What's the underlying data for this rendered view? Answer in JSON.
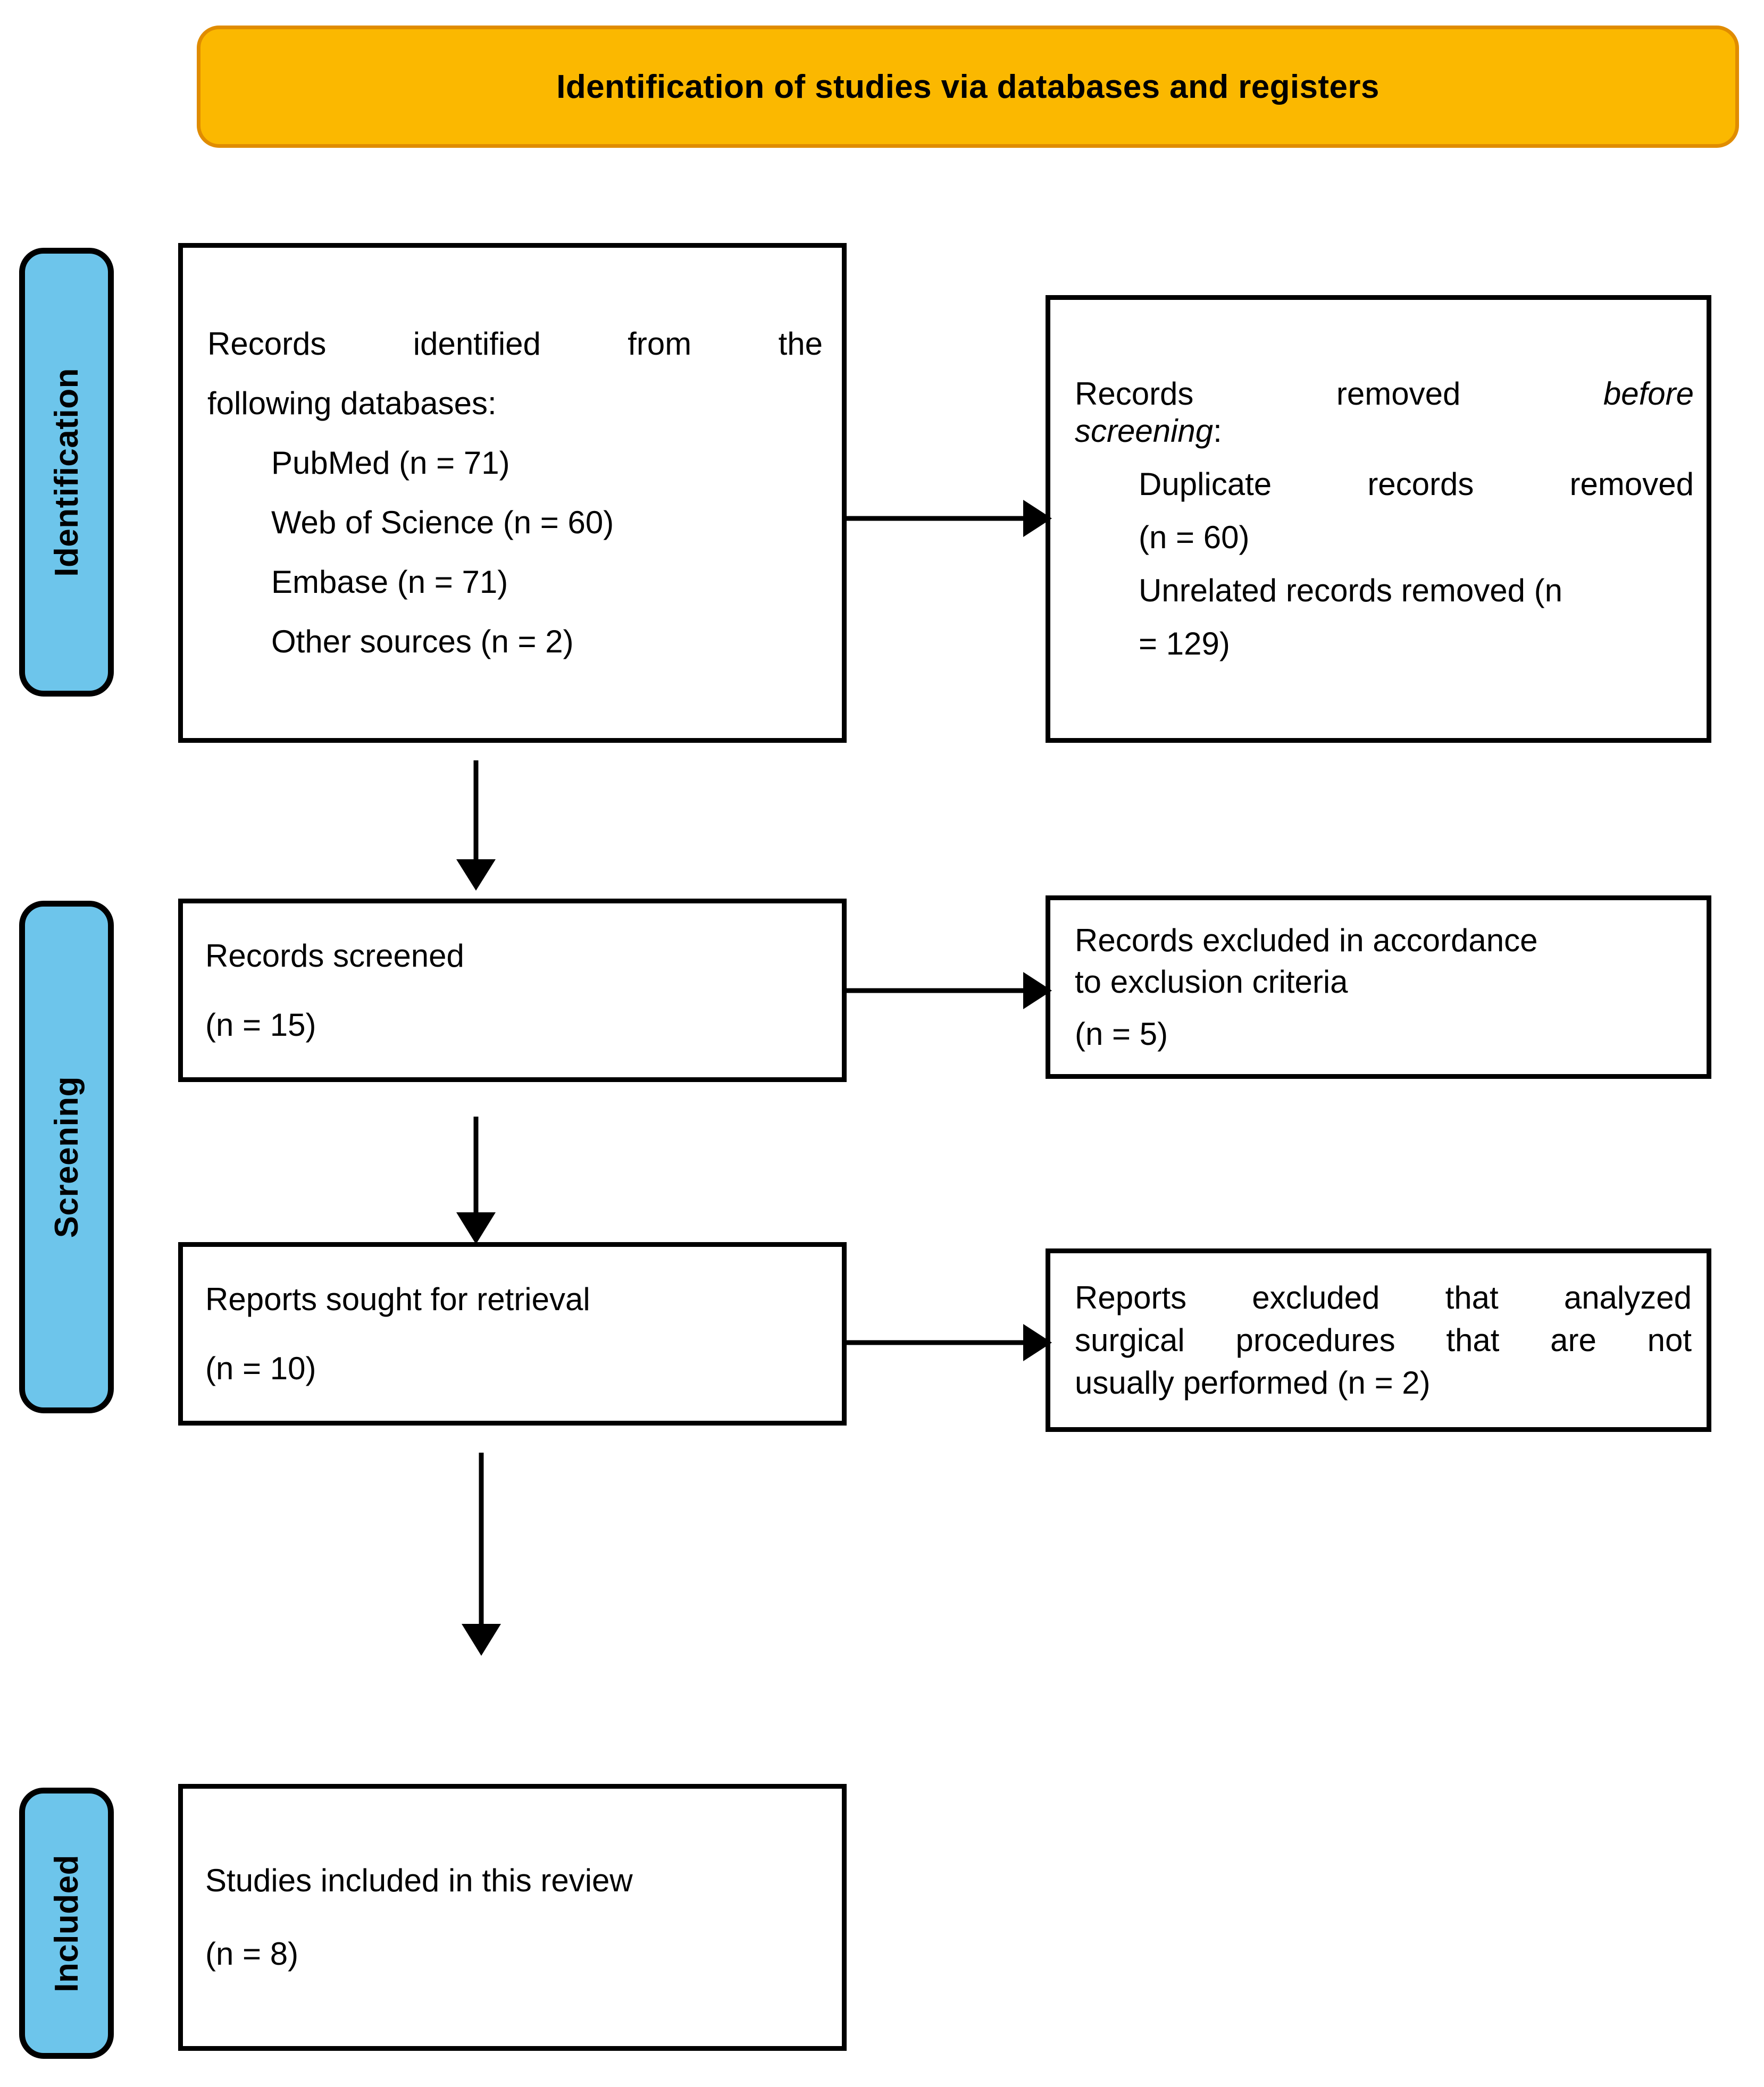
{
  "banner": {
    "title": "Identification of studies via databases and registers",
    "fill": "#FBB800",
    "border": "#E08C00"
  },
  "stages": [
    {
      "label": "Identification"
    },
    {
      "label": "Screening"
    },
    {
      "label": "Included"
    }
  ],
  "stage_fill": "#6DC5EB",
  "boxes": {
    "identified": {
      "line1": "Records identified from the",
      "line2": "following databases:",
      "source1": "PubMed (n = 71)",
      "source2": "Web of Science (n = 60)",
      "source3": "Embase (n = 71)",
      "source4": "Other sources (n = 2)"
    },
    "removed": {
      "line1": "Records removed ",
      "line1_italic": "before",
      "line2_italic": "screening",
      "line2_tail": ":",
      "item1_a": "Duplicate records removed",
      "item1_b": "(n = 60)",
      "item2_a": "Unrelated records removed (n",
      "item2_b": "= 129)"
    },
    "screened": {
      "line1": "Records screened",
      "line2": "(n = 15)"
    },
    "excluded_criteria": {
      "line1": "Records excluded in accordance",
      "line2": "to exclusion criteria",
      "line3": "(n = 5)"
    },
    "sought": {
      "line1": "Reports sought for retrieval",
      "line2": "(n = 10)"
    },
    "excluded_reports": {
      "line1": "Reports excluded that analyzed",
      "line2": "surgical procedures that are not",
      "line3": "usually performed (n = 2)"
    },
    "included": {
      "line1": " Studies included in this review",
      "line2": "(n = 8)"
    }
  },
  "connectors": [
    {
      "name": "identified-to-removed",
      "direction": "right"
    },
    {
      "name": "identified-to-screened",
      "direction": "down"
    },
    {
      "name": "screened-to-excluded",
      "direction": "right"
    },
    {
      "name": "screened-to-sought",
      "direction": "down"
    },
    {
      "name": "sought-to-excluded-reports",
      "direction": "right"
    },
    {
      "name": "sought-to-included",
      "direction": "down"
    }
  ]
}
